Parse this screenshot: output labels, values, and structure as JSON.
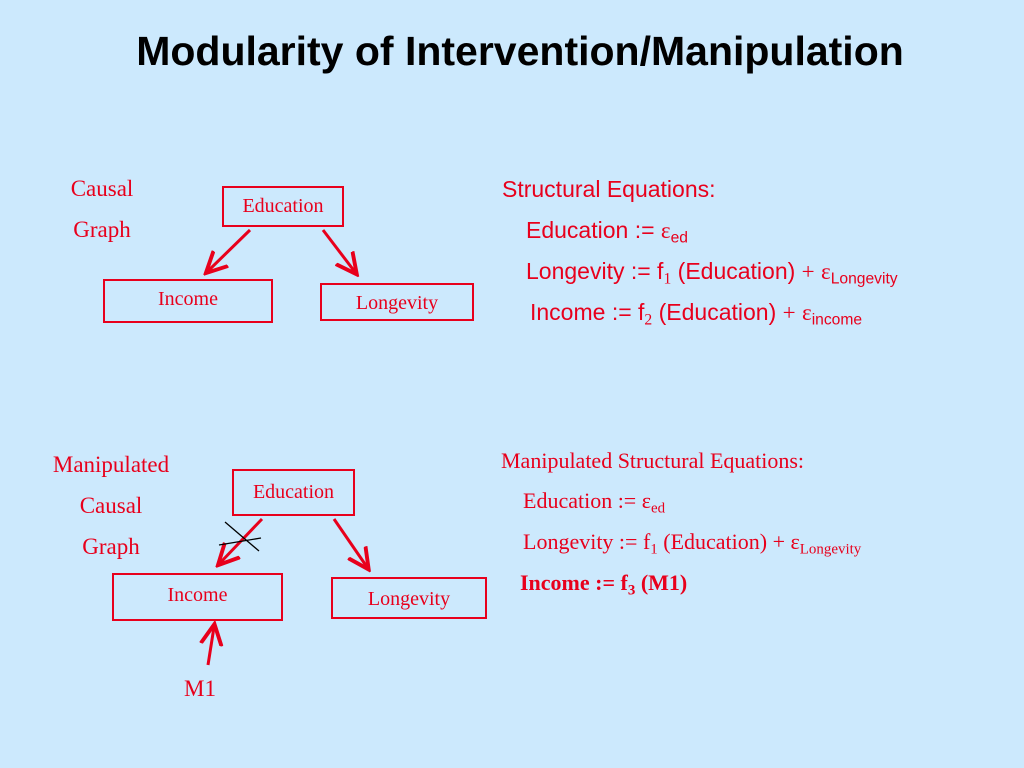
{
  "title": "Modularity of Intervention/Manipulation",
  "top_graph": {
    "label_lines": [
      "Causal",
      "Graph"
    ],
    "nodes": {
      "education": "Education",
      "income": "Income",
      "longevity": "Longevity"
    }
  },
  "top_equations": {
    "heading": "Structural Equations:",
    "eq1": {
      "lhs": "Education :=",
      "eps": "ε",
      "eps_sub": "ed"
    },
    "eq2": {
      "lhs": "Longevity := f",
      "f_sub": "1",
      "arg": "(Education)",
      "plus": "+",
      "eps": "ε",
      "eps_sub": "Longevity"
    },
    "eq3": {
      "lhs": "Income := f",
      "f_sub": "2",
      "arg": "(Education)",
      "plus": "+",
      "eps": "ε",
      "eps_sub": "income"
    }
  },
  "bottom_graph": {
    "label_lines": [
      "Manipulated",
      "Causal",
      "Graph"
    ],
    "nodes": {
      "education": "Education",
      "income": "Income",
      "longevity": "Longevity"
    },
    "manipulator": "M1"
  },
  "bottom_equations": {
    "heading": "Manipulated Structural Equations:",
    "eq1": {
      "lhs": "Education :=",
      "eps": "ε",
      "eps_sub": "ed"
    },
    "eq2": {
      "lhs": "Longevity := f",
      "f_sub": "1",
      "arg": "(Education)",
      "plus": "+",
      "eps": "ε",
      "eps_sub": "Longevity"
    },
    "eq3": {
      "lhs": "Income := f",
      "f_sub": "3",
      "arg": "(M1)"
    }
  },
  "colors": {
    "background": "#cce9fd",
    "accent": "#e8001c",
    "title": "#000000"
  }
}
